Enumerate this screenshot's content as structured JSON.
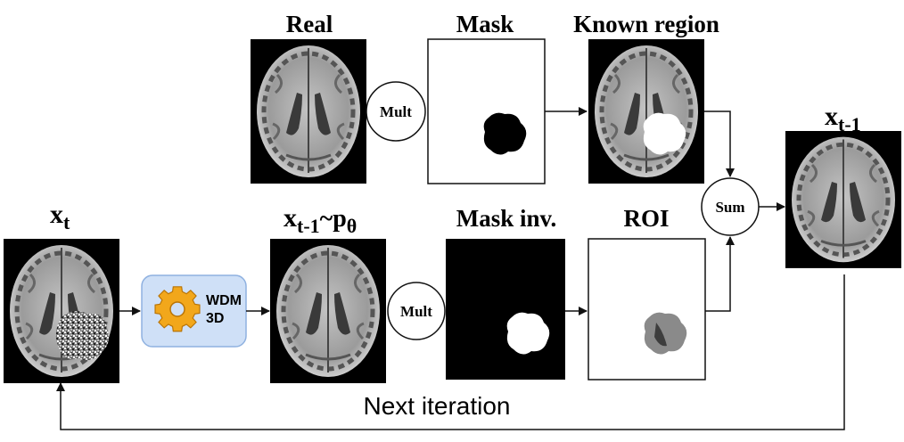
{
  "top_row": {
    "real_title": "Real",
    "mask_title": "Mask",
    "known_region_title": "Known region",
    "mult_label": "Mult"
  },
  "bottom_row": {
    "xt_base": "x",
    "xt_sub": "t",
    "sample_base": "x",
    "sample_sub": "t-1",
    "sample_tilde": "~p",
    "sample_theta": "θ",
    "mask_inv_title": "Mask inv.",
    "roi_title": "ROI",
    "mult_label": "Mult"
  },
  "model": {
    "name_line1": "WDM",
    "name_line2": "3D",
    "icon": "gear-icon"
  },
  "sum_label": "Sum",
  "output": {
    "base": "x",
    "sub": "t-1"
  },
  "loop_label": "Next iteration",
  "colors": {
    "model_box_fill": "#cfe0f7",
    "model_box_stroke": "#8fb1e0",
    "gear": "#f2a71b",
    "line": "#111111"
  }
}
